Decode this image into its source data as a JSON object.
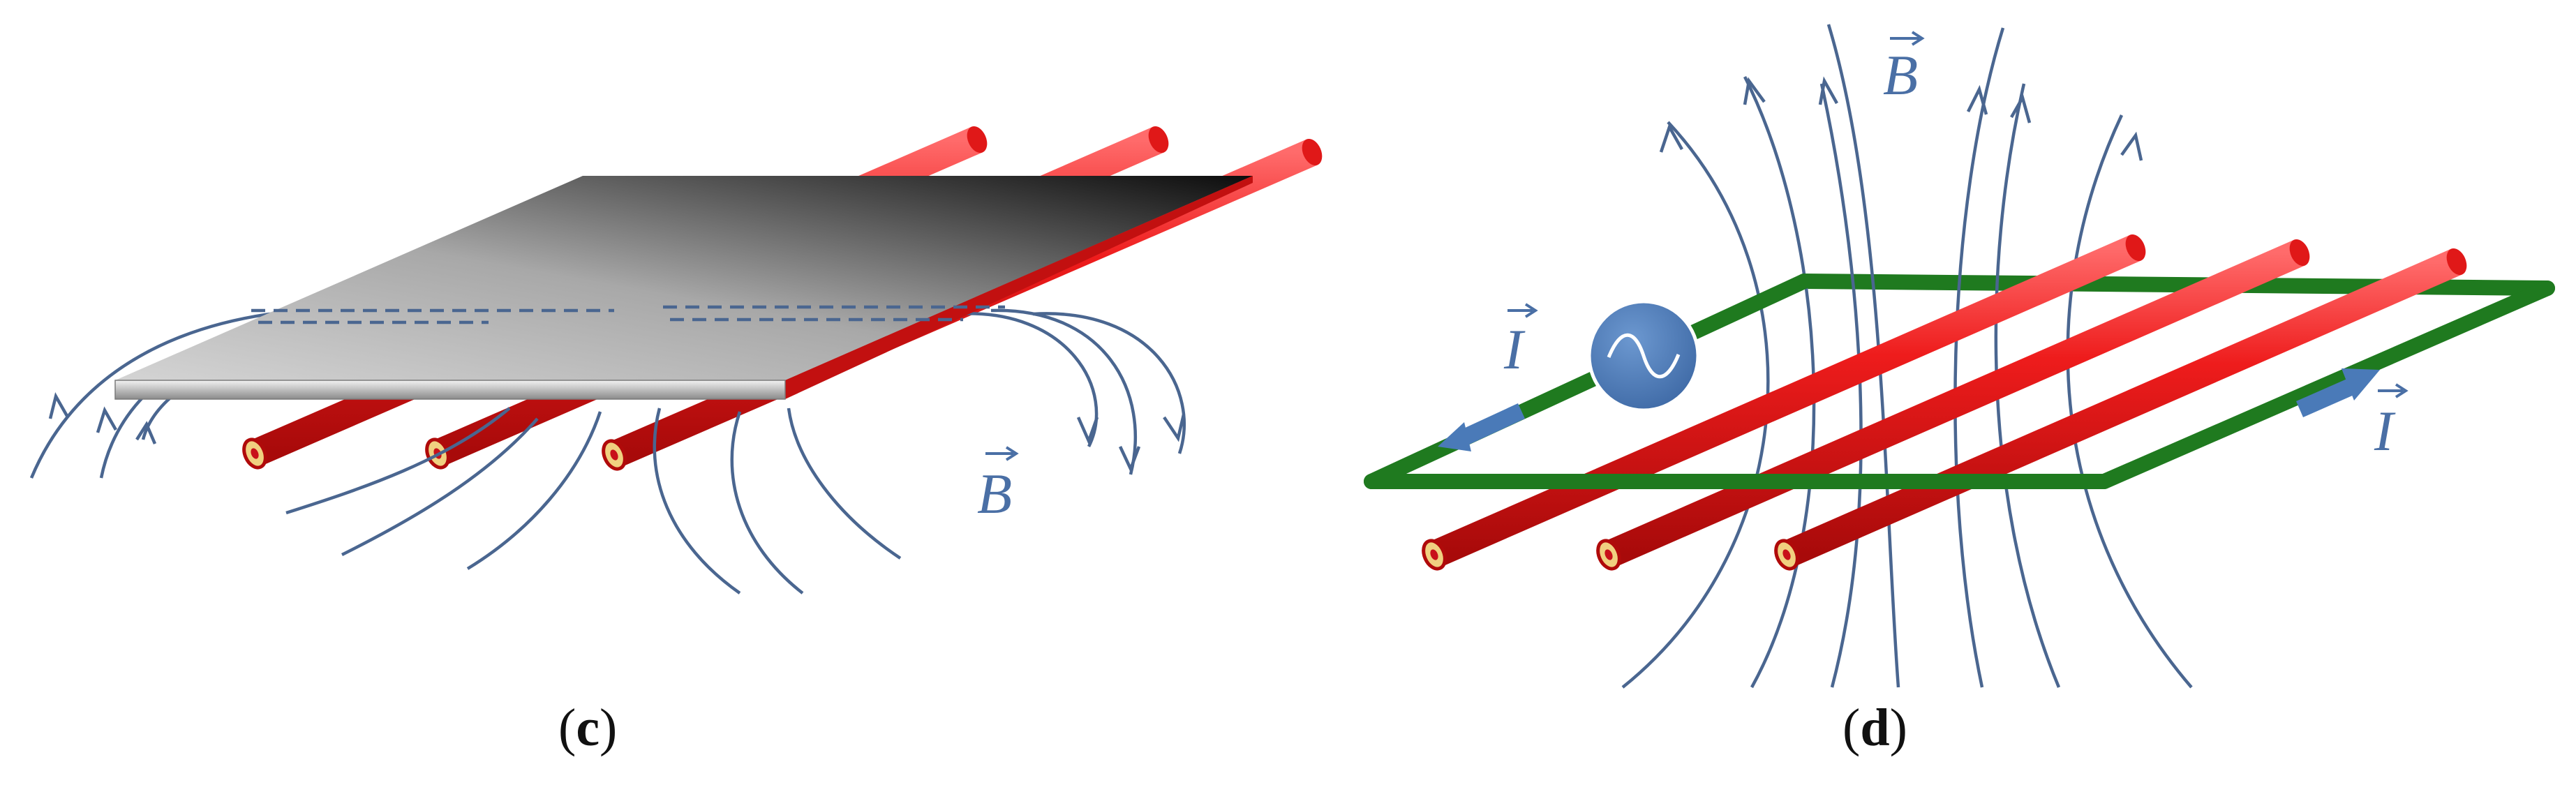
{
  "panels": [
    {
      "id": "c",
      "caption_open": "(",
      "caption_letter": "c",
      "caption_close": ")",
      "field_label": "B"
    },
    {
      "id": "d",
      "caption_open": "(",
      "caption_letter": "d",
      "caption_close": ")",
      "field_label": "B",
      "current_label_left": "I",
      "current_label_right": "I"
    }
  ],
  "colors": {
    "rod": "#e01818",
    "rod_dark": "#a00808",
    "field_line": "#4a6690",
    "label": "#4a6fa5",
    "loop": "#1f7a1f",
    "source": "#4a7ab8",
    "plate_light": "#d2d2d2",
    "plate_dark": "#111111"
  },
  "icons": [
    "ac-source-icon",
    "current-arrow-icon",
    "vector-arrow-icon"
  ]
}
